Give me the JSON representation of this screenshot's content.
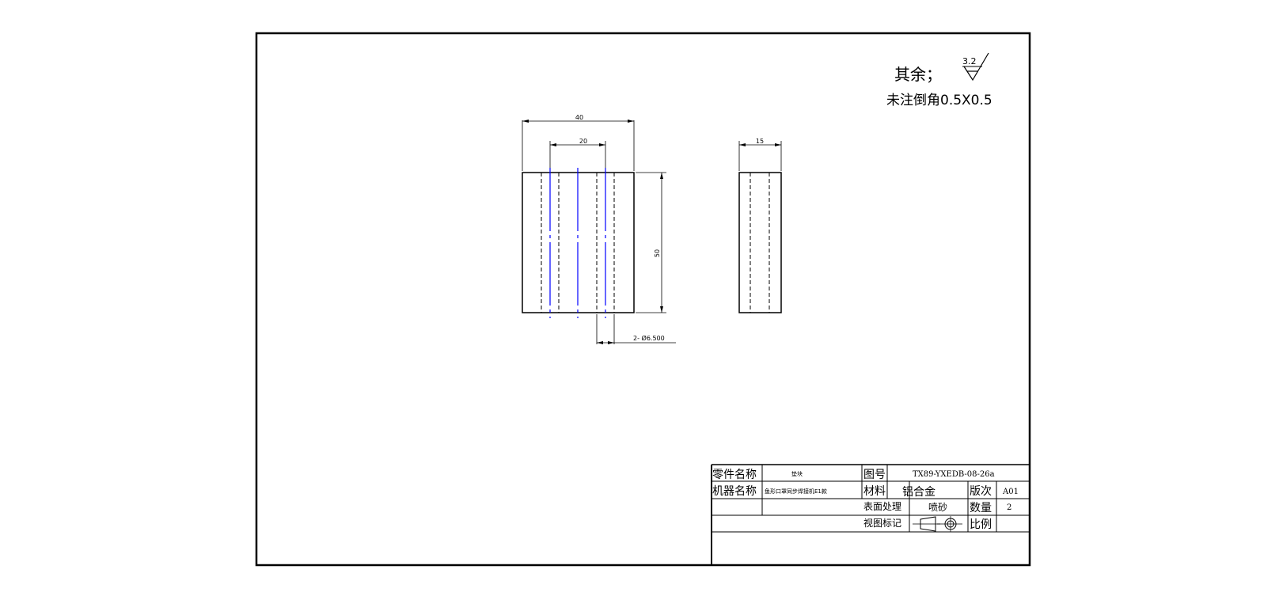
{
  "notes": {
    "roughness_prefix": "其余；",
    "roughness_value": "3.2",
    "chamfer": "未注倒角0.5X0.5"
  },
  "dimensions": {
    "width": "40",
    "hole_spacing": "20",
    "height": "50",
    "thickness": "15",
    "hole_callout": "2-  Ø6.500"
  },
  "title_block": {
    "part_name_label": "零件名称",
    "part_name_value": "垫块",
    "drawing_no_label": "图号",
    "drawing_no_value": "TX89-YXEDB-08-26a",
    "machine_name_label": "机器名称",
    "machine_name_value": "鱼形口罩同步焊接机E1款",
    "material_label": "材料",
    "material_value": "铝合金",
    "revision_label": "版次",
    "revision_value": "A01",
    "surface_label": "表面处理",
    "surface_value": "喷砂",
    "quantity_label": "数量",
    "quantity_value": "2",
    "view_mark_label": "视图标记",
    "scale_label": "比例"
  },
  "colors": {
    "line": "#000000",
    "centerline": "#0000ff",
    "background": "#ffffff"
  }
}
